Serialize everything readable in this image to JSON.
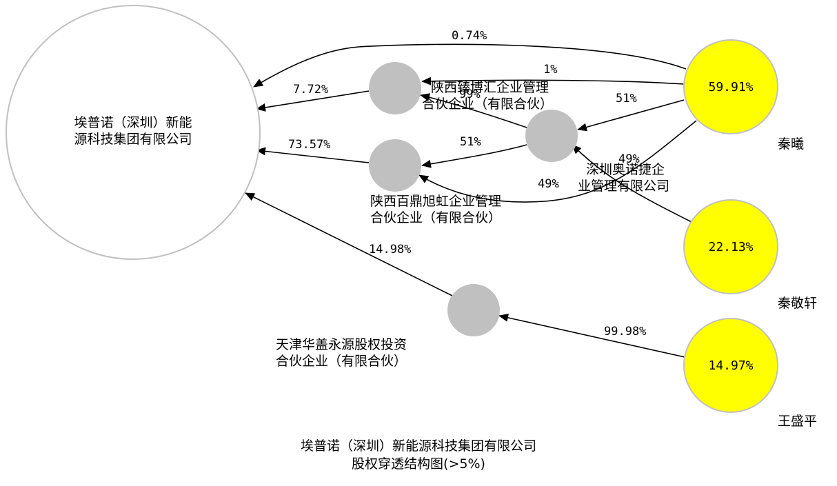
{
  "colors": {
    "person": "#ffff00",
    "entity": "#c0c0c0",
    "target_fill": "#ffffff",
    "outline": "#c0c0c0"
  },
  "nodes": {
    "target": {
      "name_line1": "埃普诺（深圳）新能",
      "name_line2": "源科技集团有限公司"
    },
    "shanxi_zhenbo": {
      "name_line1": "陕西臻博汇企业管理",
      "name_line2": "合伙企业（有限合伙）"
    },
    "shanxi_baiding": {
      "name_line1": "陕西百鼎旭虹企业管理",
      "name_line2": "合伙企业（有限合伙）"
    },
    "shenzhen_aonuo": {
      "name_line1": "深圳奥诺捷企",
      "name_line2": "业管理有限公司"
    },
    "tianjin": {
      "name_line1": "天津华盖永源股权投资",
      "name_line2": "合伙企业（有限合伙）"
    },
    "qin_xi": {
      "name": "秦曦",
      "share": "59.91%"
    },
    "qin_jingxuan": {
      "name": "秦敬轩",
      "share": "22.13%"
    },
    "wang_shengping": {
      "name": "王盛平",
      "share": "14.97%"
    }
  },
  "edges": {
    "qinxi_to_target": "0.74%",
    "zhenbo_to_target": "7.72%",
    "baiding_to_target": "73.57%",
    "tianjin_to_target": "14.98%",
    "qinxi_to_zhenbo": "1%",
    "aonuo_to_zhenbo": "99%",
    "qinxi_to_aonuo": "51%",
    "aonuo_to_baiding": "51%",
    "qinxi_to_baiding": "49%",
    "jingxuan_to_aonuo": "49%",
    "wang_to_tianjin": "99.98%"
  },
  "caption": {
    "line1": "埃普诺（深圳）新能源科技集团有限公司",
    "line2": "股权穿透结构图(>5%)"
  }
}
